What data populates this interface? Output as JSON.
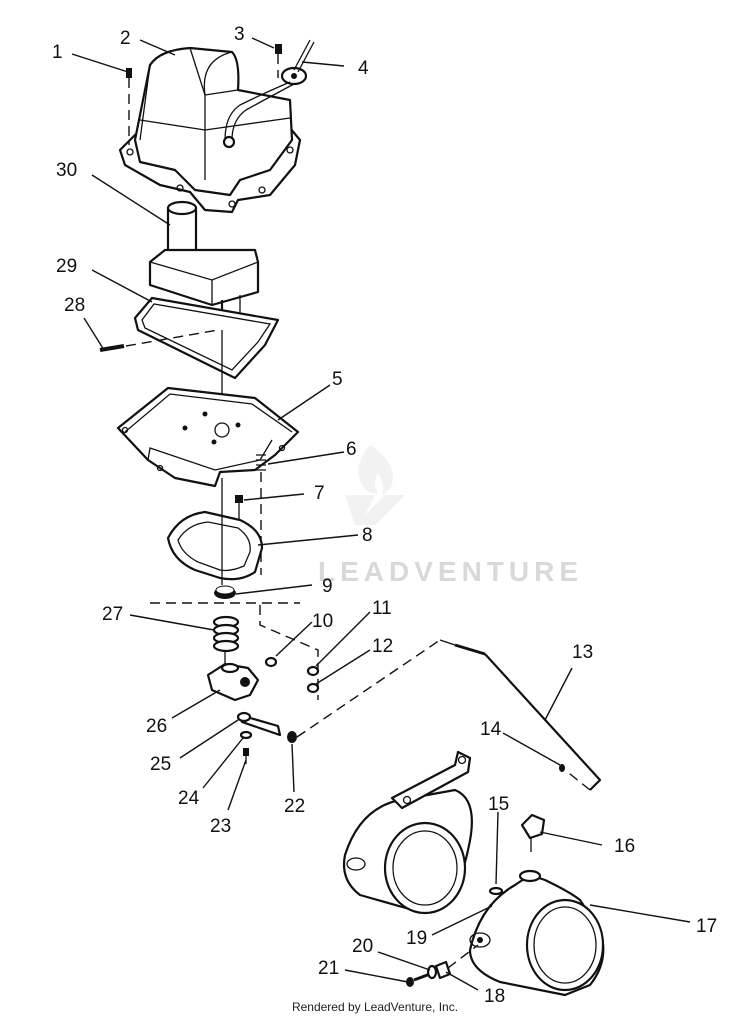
{
  "watermark": {
    "text": "LEADVENTURE"
  },
  "footer": {
    "text": "Rendered by LeadVenture, Inc."
  },
  "callouts": [
    "1",
    "2",
    "3",
    "4",
    "5",
    "6",
    "7",
    "8",
    "9",
    "10",
    "11",
    "12",
    "13",
    "14",
    "15",
    "16",
    "17",
    "18",
    "19",
    "20",
    "21",
    "22",
    "23",
    "24",
    "25",
    "26",
    "27",
    "28",
    "29",
    "30"
  ]
}
